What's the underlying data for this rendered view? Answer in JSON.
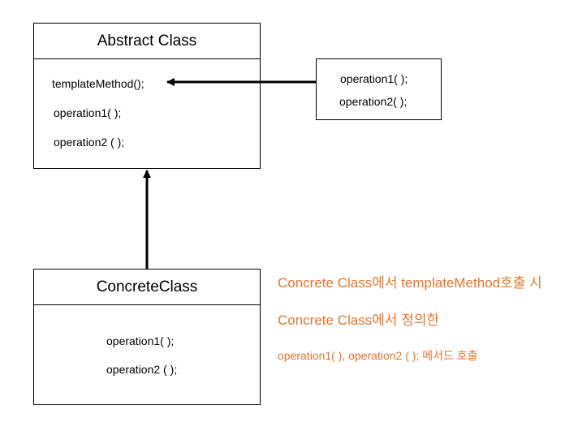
{
  "abstract_class": {
    "title": "Abstract Class",
    "methods": [
      "templateMethod();",
      "operation1( );",
      "operation2 ( );"
    ]
  },
  "operations_box": {
    "methods": [
      "operation1( );",
      "operation2( );"
    ]
  },
  "concrete_class": {
    "title": "ConcreteClass",
    "methods": [
      "operation1( );",
      "operation2 ( );"
    ]
  },
  "notes": {
    "line1": "Concrete Class에서 templateMethod호출 시",
    "line2": "Concrete Class에서 정의한",
    "line3": "operation1( ), operation2 ( ); 메서드 호출",
    "color": "#e8762c"
  }
}
